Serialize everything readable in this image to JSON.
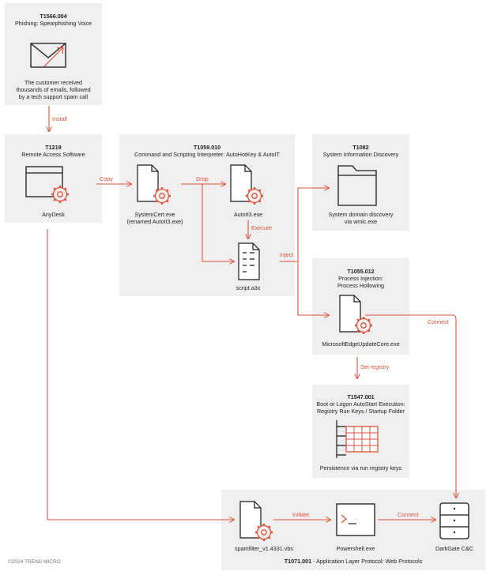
{
  "nodes": {
    "phishing": {
      "id": "T1566.004",
      "title": "Phishing: Spearphishing Voice",
      "desc": [
        "The customer received",
        "thousands of emails, followed",
        "by a tech support spam call"
      ]
    },
    "remote": {
      "id": "T1219",
      "title": "Remote Access Software",
      "item": "AnyDesk"
    },
    "scripting": {
      "id": "T1059.010",
      "title": "Command and Scripting Interpreter: AutoHotKey & AutoIT",
      "item1": [
        "SystemCert.exe",
        "(renamed AutoIt3.exe)"
      ],
      "item2": "AutoIt3.exe",
      "item3": "script.a3x"
    },
    "discovery": {
      "id": "T1082",
      "title": "System Information Discovery",
      "desc": [
        "System domain discovery",
        "via wmic.exe"
      ]
    },
    "injection": {
      "id": "T1055.012",
      "title": [
        "Process Injection:",
        "Process Hollowing"
      ],
      "item": "MicrosoftEdgeUpdateCore.exe"
    },
    "autostart": {
      "id": "T1547.001",
      "title": [
        "Boot or Logon AutoStart Execution:",
        "Registry Run Keys / Startup Folder"
      ],
      "desc": "Persistence via run registry keys"
    },
    "webproto": {
      "id": "T1071.001",
      "title": " - Application Layer Protocol: Web Protocols",
      "item1": "spamfilter_v1.4331.vbs",
      "item2": "Powershell.exe",
      "item3": "DarkGate C&C"
    }
  },
  "edges": {
    "install": "Install",
    "copy": "Copy",
    "drop": "Drop",
    "execute": "Execute",
    "inject": "Inject",
    "connect": "Connect",
    "set_registry": "Set registry",
    "initiate": "Initiate",
    "connect2": "Connect"
  },
  "footer": "©2024 TREND MICRO",
  "colors": {
    "accent": "#e0523b",
    "panel": "#efefef",
    "ink": "#1a1a1a"
  }
}
